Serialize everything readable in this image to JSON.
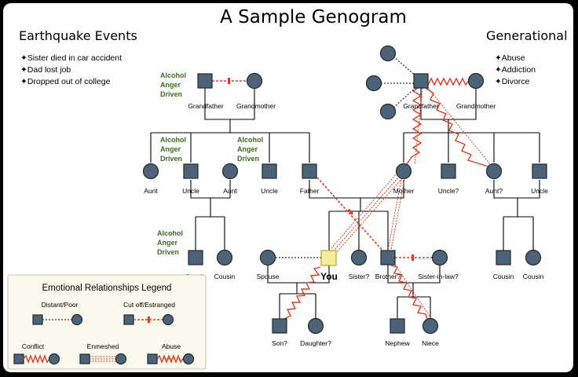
{
  "title": "A Sample Genogram",
  "left_heading": "Earthquake Events",
  "right_heading": "Generational",
  "left_bullets": [
    "✦Sister died in car accident",
    "✦Dad lost job",
    "✦Dropped out of college"
  ],
  "right_bullets": [
    "✦Abuse",
    "✦Addiction",
    "✦Divorce"
  ],
  "trait_tag": [
    "Alcohol",
    "Anger",
    "Driven"
  ],
  "labels": {
    "pgf": "Grandfather",
    "pgm": "Grandmother",
    "mgf": "Grandfather",
    "mgm": "Grandmother",
    "aunt1": "Aunt",
    "uncle1": "Uncle",
    "aunt2": "Aunt",
    "uncle2": "Uncle",
    "father": "Father",
    "mother": "Mother",
    "uncle3": "Uncle?",
    "aunt3": "Aunt?",
    "uncle4": "Uncle",
    "cousin1": "Cousin",
    "cousin2": "Cousin",
    "spouse": "Spouse",
    "you": "You",
    "sister": "Sister?",
    "brother": "Brother?",
    "sil": "Sister-in-law?",
    "cousin3": "Cousin",
    "cousin4": "Cousin",
    "son": "Son?",
    "daughter": "Daughter?",
    "nephew": "Nephew",
    "niece": "Niece"
  },
  "legend": {
    "title": "Emotional Relationships Legend",
    "distant": "Distant/Poor",
    "cutoff": "Cut off/Estranged",
    "conflict": "Conflict",
    "enmeshed": "Enmeshed",
    "abuse": "Abuse"
  },
  "colors": {
    "node": "#4d6478",
    "you": "#f7ec9a",
    "relationship": "#e23b1f",
    "trait_text": "#3d6b1f"
  }
}
